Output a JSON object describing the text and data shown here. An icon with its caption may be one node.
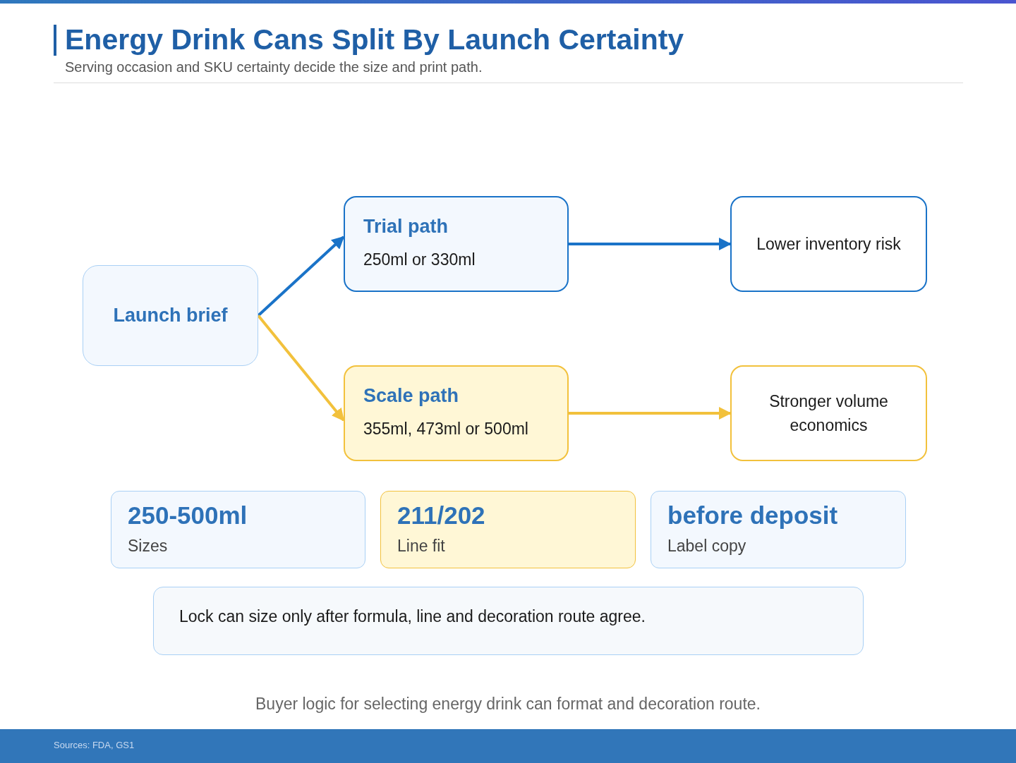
{
  "diagram": {
    "title": "Energy Drink Cans Split By Launch Certainty",
    "caption": "Buyer logic for selecting energy drink can format and decoration route.",
    "nodes": [
      {
        "text": [
          "Launch brief"
        ]
      },
      {
        "text": [
          "Trial path",
          "250ml or 330ml"
        ]
      },
      {
        "text": [
          "Lower inventory risk"
        ]
      },
      {
        "text": [
          "Scale path",
          "355ml, 473ml or 500ml"
        ]
      },
      {
        "text": [
          "Stronger volume economics"
        ]
      },
      {
        "text": [
          "250-500ml",
          "Sizes"
        ]
      },
      {
        "text": [
          "211/202",
          "Line fit"
        ]
      },
      {
        "text": [
          "before deposit",
          "Label copy"
        ]
      },
      {
        "text": [
          "Lock can size only after formula, line and decoration route agree."
        ]
      }
    ],
    "edges": [
      {
        "from": 0,
        "to": 1,
        "arrow": "to",
        "color": "#1a73c8"
      },
      {
        "from": 0,
        "to": 3,
        "arrow": "to",
        "color": "#f2c13c"
      },
      {
        "from": 1,
        "to": 2,
        "arrow": "to",
        "color": "#1a73c8"
      },
      {
        "from": 3,
        "to": 4,
        "arrow": "to",
        "color": "#f2c13c"
      }
    ],
    "labels": [
      "Serving occasion and SKU certainty decide the size and print path.",
      "Sources: FDA, GS1"
    ]
  }
}
